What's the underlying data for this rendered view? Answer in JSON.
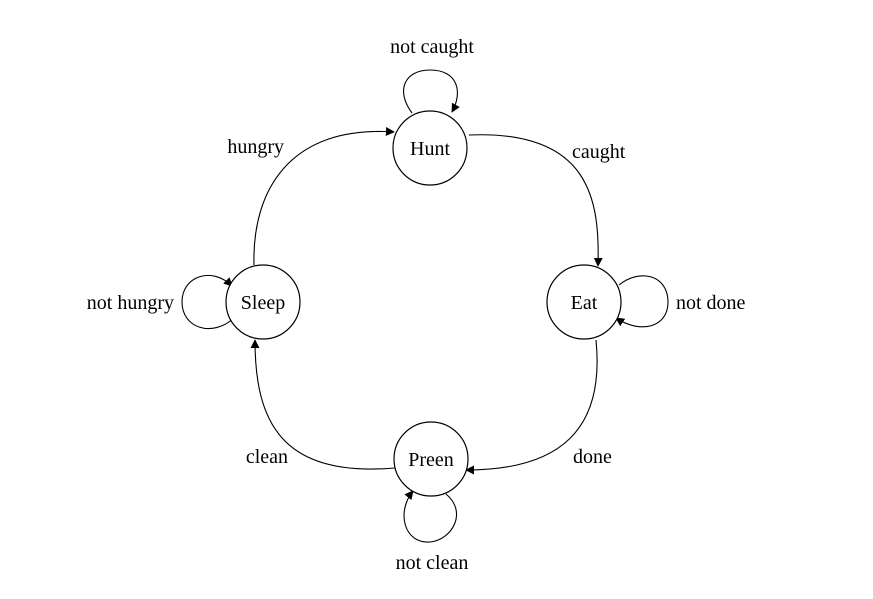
{
  "diagram": {
    "states": {
      "hunt": "Hunt",
      "eat": "Eat",
      "preen": "Preen",
      "sleep": "Sleep"
    },
    "transitions": {
      "not_caught": "not caught",
      "caught": "caught",
      "not_done": "not done",
      "done": "done",
      "not_clean": "not clean",
      "clean": "clean",
      "not_hungry": "not hungry",
      "hungry": "hungry"
    },
    "colors": {
      "stroke": "#000000",
      "background": "#ffffff"
    }
  }
}
